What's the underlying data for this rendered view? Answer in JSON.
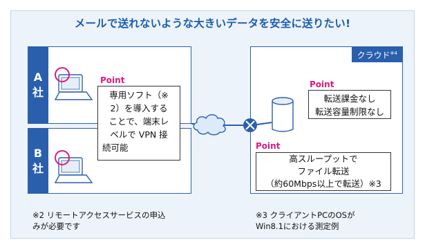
{
  "title": "メールで送れないような大きいデータを安全に送りたい!",
  "company_a": {
    "letter": "A",
    "suffix": "社"
  },
  "company_b": {
    "letter": "B",
    "suffix": "社"
  },
  "point_label": "Point",
  "client_callout": {
    "lines": [
      "専用ソフト（※",
      "2）を導入する",
      "ことで、端末レ",
      "ベルで VPN 接",
      "続可能"
    ]
  },
  "cloud": {
    "label": "クラウド",
    "note_mark": "※4",
    "callout1": {
      "lines": [
        "転送課金なし",
        "転送容量制限なし"
      ]
    },
    "callout2": {
      "lines": [
        "高スループットで",
        "ファイル転送",
        "（約60Mbps以上で転送）※3"
      ]
    }
  },
  "footnotes": {
    "note2": [
      "※2 リモートアクセスサービスの申込",
      "みが必要です"
    ],
    "note3": [
      "※3 クライアントPCのOSが",
      "Win8.1における測定例"
    ]
  },
  "colors": {
    "accent": "#2a5fad",
    "title": "#1a5cb0",
    "point": "#e0177f",
    "background": "#edf3fa"
  },
  "icons": [
    "laptop-icon",
    "cloud-network-icon",
    "router-icon",
    "server-icon"
  ]
}
